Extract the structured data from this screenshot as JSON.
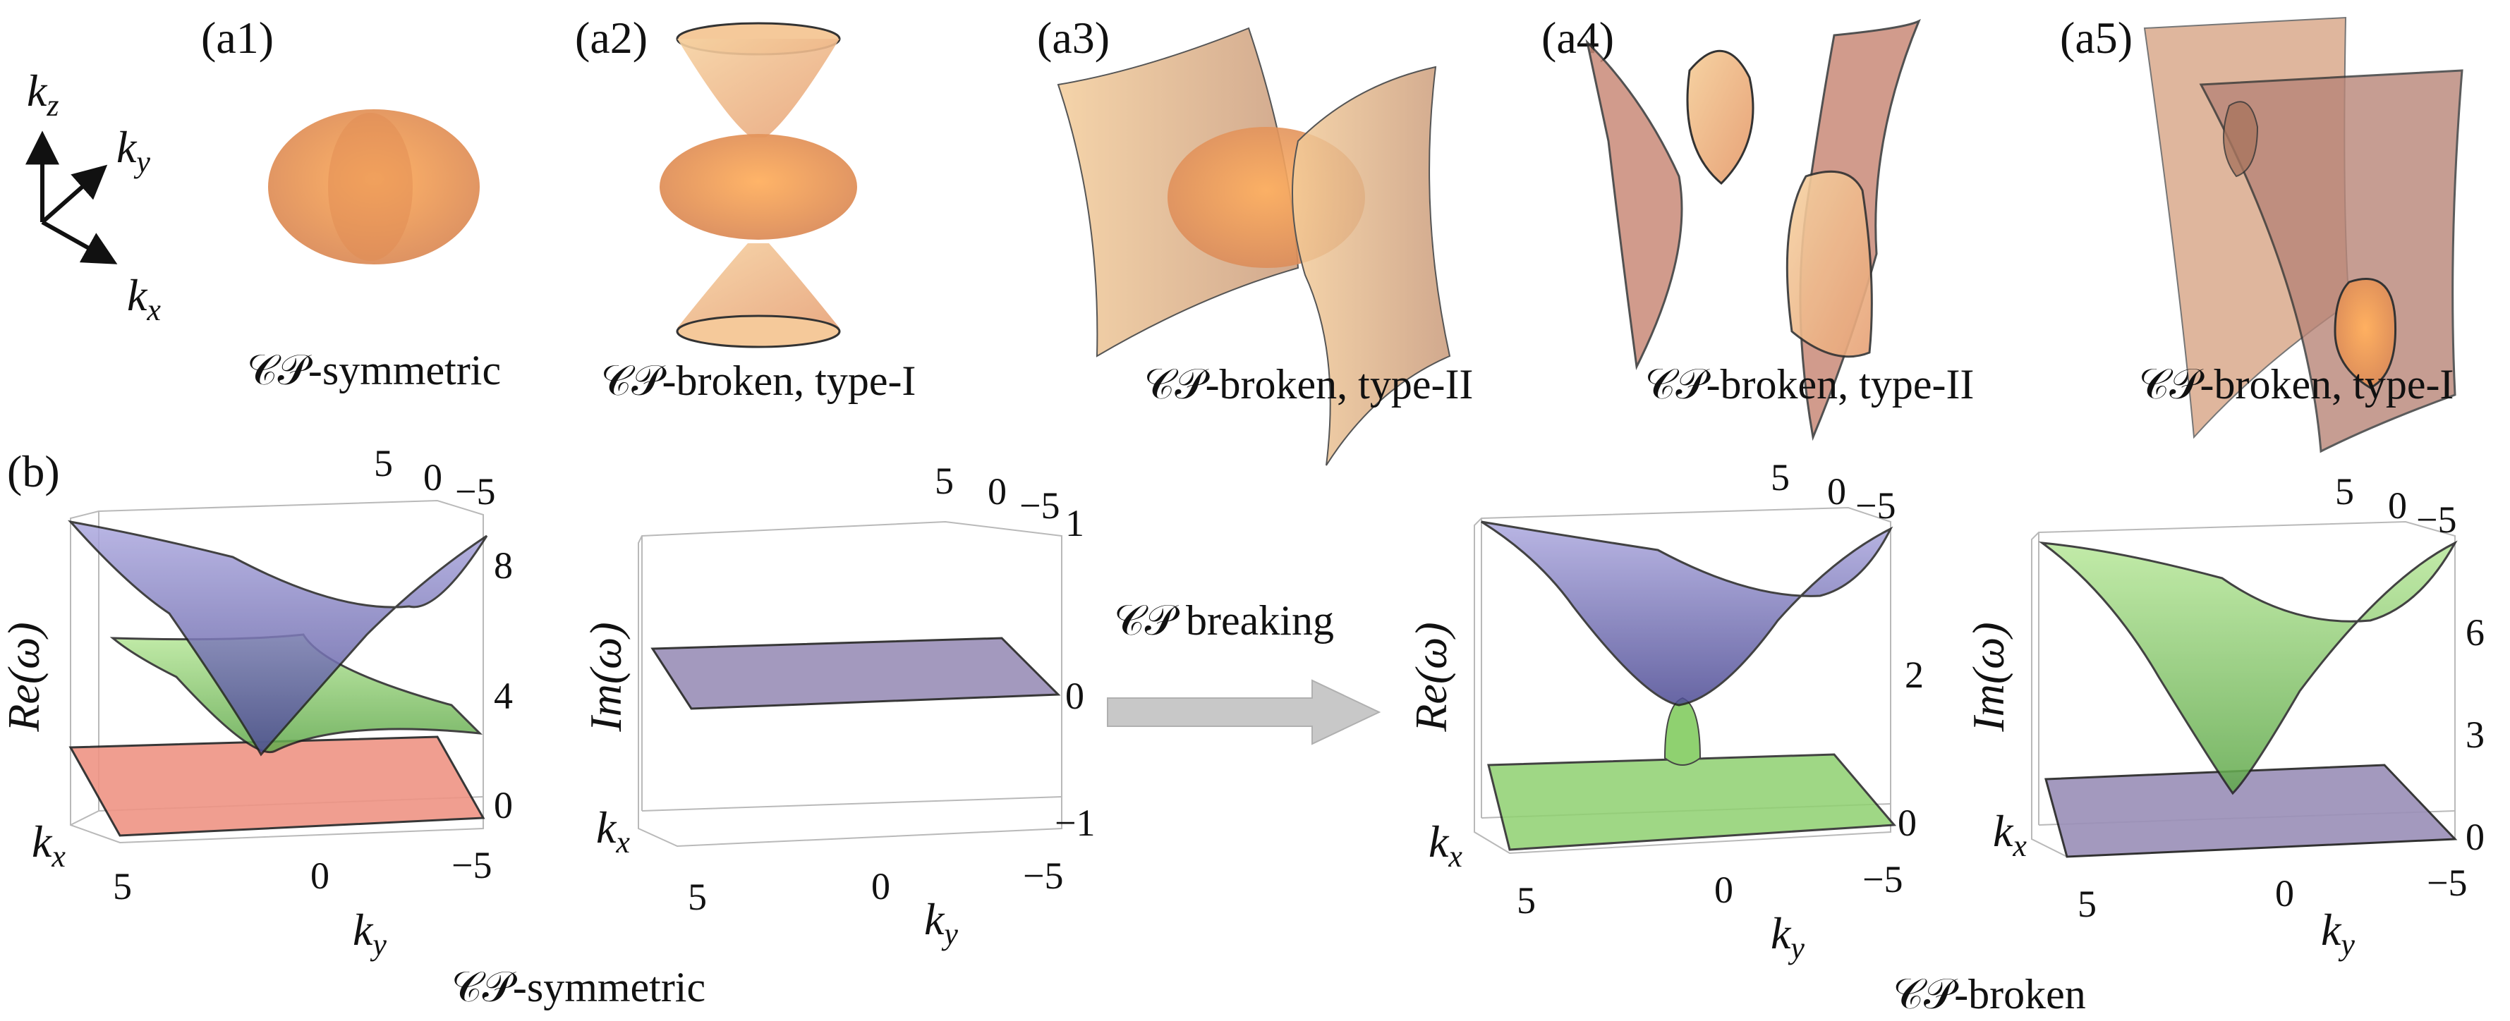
{
  "panels_a": [
    {
      "id": "(a1)",
      "caption": "𝒞𝒫-symmetric"
    },
    {
      "id": "(a2)",
      "caption": "𝒞𝒫-broken, type-I"
    },
    {
      "id": "(a3)",
      "caption": "𝒞𝒫-broken, type-II"
    },
    {
      "id": "(a4)",
      "caption": "𝒞𝒫-broken, type-II"
    },
    {
      "id": "(a5)",
      "caption": "𝒞𝒫-broken, type-I"
    }
  ],
  "axes_triad": {
    "kz": "k",
    "kz_sub": "z",
    "ky": "k",
    "ky_sub": "y",
    "kx": "k",
    "kx_sub": "x"
  },
  "panel_b": {
    "id": "(b)",
    "arrow_label": "𝒞𝒫 breaking",
    "group_left": "𝒞𝒫-symmetric",
    "group_right": "𝒞𝒫-broken",
    "plots": [
      {
        "ylabel": "Re(ω)",
        "zticks": [
          "8",
          "4",
          "0"
        ],
        "top_ticks": [
          "5",
          "0",
          "−5"
        ],
        "bottom_ticks": [
          "5",
          "0",
          "−5"
        ],
        "kx": "k",
        "kx_sub": "x",
        "ky": "k",
        "ky_sub": "y"
      },
      {
        "ylabel": "Im(ω)",
        "zticks": [
          "1",
          "0",
          "−1"
        ],
        "top_ticks": [
          "5",
          "0",
          "−5"
        ],
        "bottom_ticks": [
          "5",
          "0",
          "−5"
        ],
        "kx": "k",
        "kx_sub": "x",
        "ky": "k",
        "ky_sub": "y"
      },
      {
        "ylabel": "Re(ω)",
        "zticks": [
          "2",
          "0"
        ],
        "top_ticks": [
          "5",
          "0",
          "−5"
        ],
        "bottom_ticks": [
          "5",
          "0",
          "−5"
        ],
        "kx": "k",
        "kx_sub": "x",
        "ky": "k",
        "ky_sub": "y"
      },
      {
        "ylabel": "Im(ω)",
        "zticks": [
          "6",
          "3",
          "0"
        ],
        "top_ticks": [
          "5",
          "0",
          "−5"
        ],
        "bottom_ticks": [
          "5",
          "0",
          "−5"
        ],
        "kx": "k",
        "kx_sub": "x",
        "ky": "k",
        "ky_sub": "y"
      }
    ]
  },
  "colors": {
    "surface_orange": "#f0a868",
    "surface_peach": "#f2c590",
    "surface_blue": "#8a86cf",
    "surface_green": "#8fd170",
    "surface_red": "#ef9484",
    "surface_lavender": "#9a8fb8",
    "arrow_gray": "#c8c8c8"
  }
}
